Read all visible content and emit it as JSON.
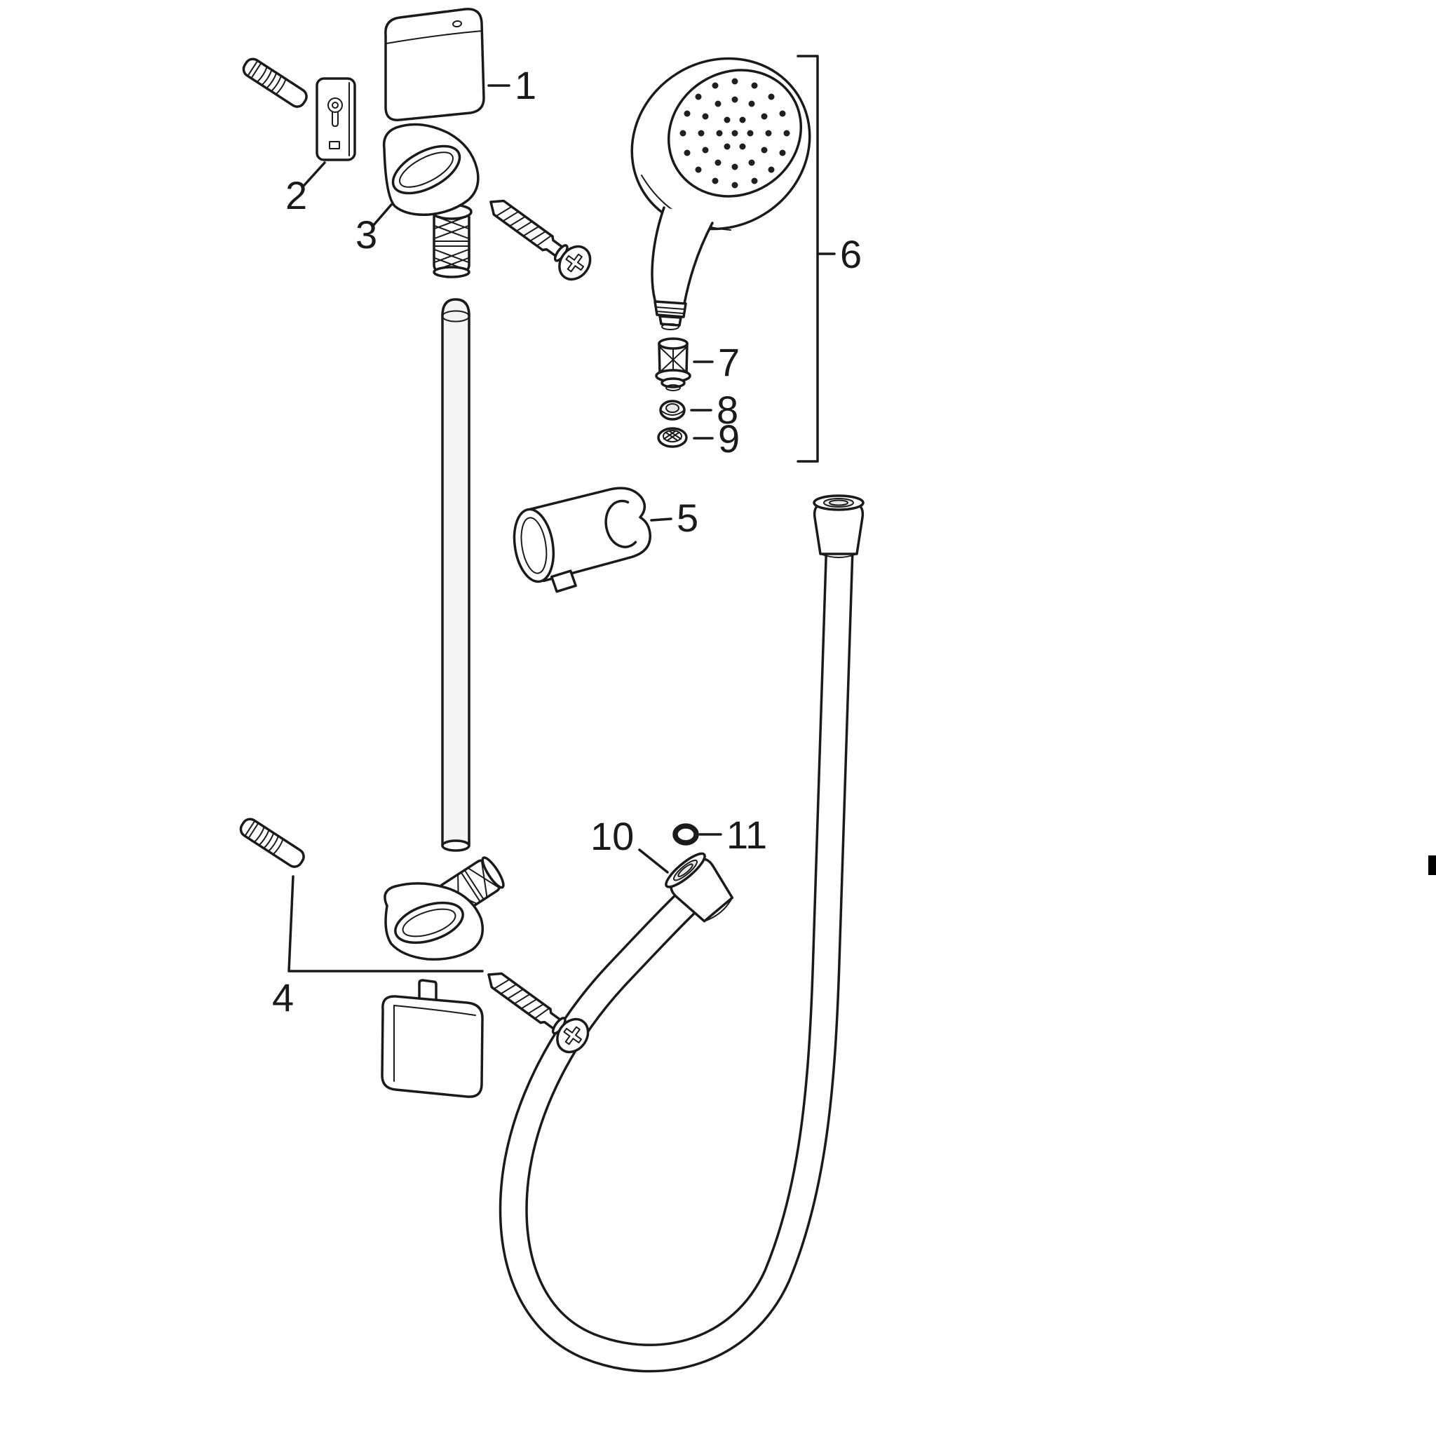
{
  "figure": {
    "callouts": {
      "c1": "1",
      "c2": "2",
      "c3": "3",
      "c4": "4",
      "c5": "5",
      "c6": "6",
      "c7": "7",
      "c8": "8",
      "c9": "9",
      "c10": "10",
      "c11": "11"
    }
  }
}
